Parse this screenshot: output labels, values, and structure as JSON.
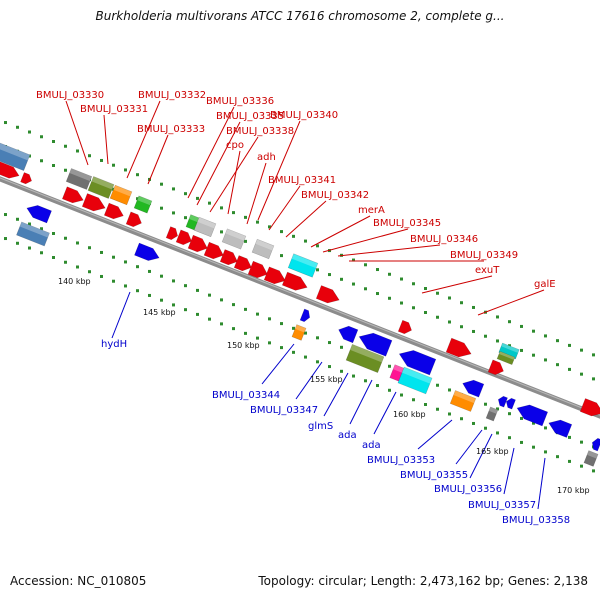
{
  "title": "Burkholderia multivorans ATCC 17616 chromosome 2, complete g...",
  "footer": {
    "accession": "Accession: NC_010805",
    "summary": "Topology: circular; Length: 2,473,162 bp; Genes: 2,138"
  },
  "colors": {
    "backbone": "#8c8c8c",
    "top_labels": "#cc0000",
    "bottom_labels": "#0000cc",
    "dots": "#2e8b2e"
  },
  "ticks": [
    "140 kbp",
    "145 kbp",
    "150 kbp",
    "155 kbp",
    "160 kbp",
    "165 kbp",
    "170 kbp"
  ],
  "top_labels": [
    "BMULJ_03330",
    "BMULJ_03331",
    "BMULJ_03332",
    "BMULJ_03333",
    "BMULJ_03336",
    "BMULJ_03335",
    "BMULJ_03338",
    "cpo",
    "BMULJ_03340",
    "adh",
    "BMULJ_03341",
    "BMULJ_03342",
    "merA",
    "BMULJ_03345",
    "BMULJ_03346",
    "BMULJ_03349",
    "exuT",
    "galE"
  ],
  "bottom_labels": [
    "hydH",
    "BMULJ_03344",
    "BMULJ_03347",
    "glmS",
    "ada",
    "ada",
    "BMULJ_03353",
    "BMULJ_03355",
    "BMULJ_03356",
    "BMULJ_03357",
    "BMULJ_03358"
  ]
}
